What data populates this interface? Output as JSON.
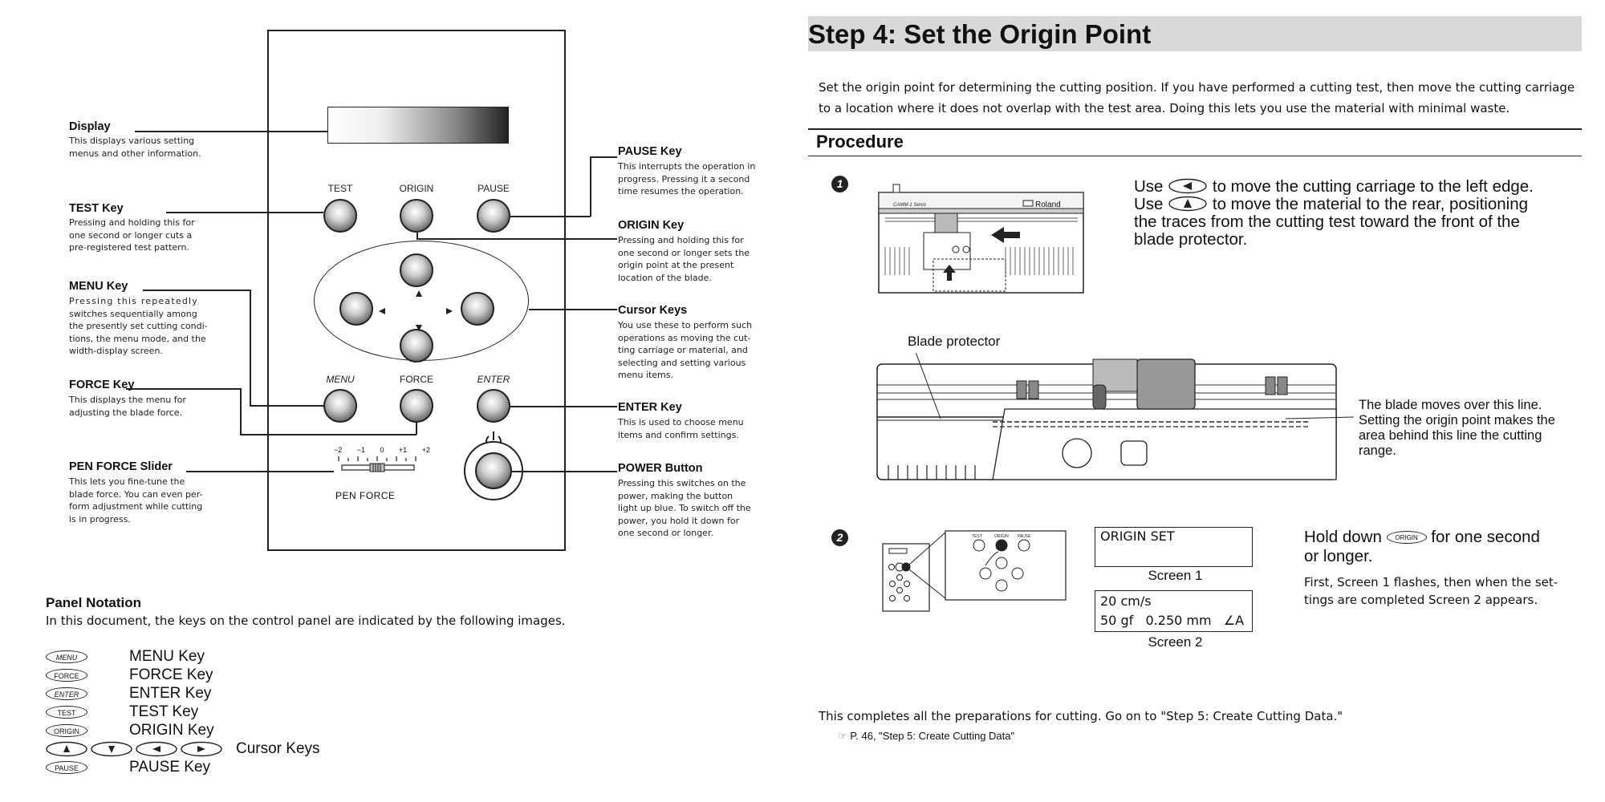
{
  "panel": {
    "top_keys": [
      "TEST",
      "ORIGIN",
      "PAUSE"
    ],
    "bottom_keys": [
      "MENU",
      "FORCE",
      "ENTER"
    ],
    "slider_scale": [
      "−2",
      "−1",
      "0",
      "+1",
      "+2"
    ],
    "slider_label": "PEN FORCE"
  },
  "annotations": {
    "display": {
      "title": "Display",
      "lines": [
        "This displays various setting",
        "menus and other information."
      ]
    },
    "test": {
      "title": "TEST Key",
      "lines": [
        "Pressing and holding this for",
        "one second or longer cuts a",
        "pre-registered test pattern."
      ]
    },
    "menu": {
      "title": "MENU Key",
      "lines": [
        "Pressing this repeatedly",
        "switches sequentially among",
        "the presently set cutting condi-",
        "tions, the menu mode, and the",
        "width-display screen."
      ]
    },
    "force": {
      "title": "FORCE Key",
      "lines": [
        "This displays the menu for",
        "adjusting the blade force."
      ]
    },
    "pen": {
      "title": "PEN FORCE Slider",
      "lines": [
        "This lets you fine-tune the",
        "blade force. You can even per-",
        "form adjustment while cutting",
        "is in progress."
      ]
    },
    "pause": {
      "title": "PAUSE Key",
      "lines": [
        "This interrupts the operation in",
        "progress. Pressing it a second",
        "time resumes the operation."
      ]
    },
    "origin": {
      "title": "ORIGIN Key",
      "lines": [
        "Pressing and holding this for",
        "one second or longer sets the",
        "origin point at the present",
        "location of the blade."
      ]
    },
    "cursor": {
      "title": "Cursor Keys",
      "lines": [
        "You use these to perform such",
        "operations as moving the cut-",
        "ting carriage or material, and",
        "selecting and setting various",
        "menu items."
      ]
    },
    "enter": {
      "title": "ENTER Key",
      "lines": [
        "This is used to choose menu",
        "items and confirm settings."
      ]
    },
    "power": {
      "title": "POWER Button",
      "lines": [
        "Pressing this switches on the",
        "power, making the button",
        "light up blue. To switch off the",
        "power, you hold it down for",
        "one second or longer."
      ]
    }
  },
  "notation": {
    "title": "Panel Notation",
    "intro": "In this document, the keys on the control panel are indicated by the following images.",
    "rows": [
      {
        "icon": "MENU",
        "label": "MENU Key"
      },
      {
        "icon": "FORCE",
        "label": "FORCE Key"
      },
      {
        "icon": "ENTER",
        "label": "ENTER Key"
      },
      {
        "icon": "TEST",
        "label": "TEST Key"
      },
      {
        "icon": "ORIGIN",
        "label": "ORIGIN Key"
      },
      {
        "icon": "cursor-arrows",
        "label": "Cursor Keys"
      },
      {
        "icon": "PAUSE",
        "label": "PAUSE Key"
      }
    ]
  },
  "step": {
    "title": "Step 4: Set the Origin Point",
    "intro_1": "Set the origin point for determining the cutting position. If you have performed a cutting test, then move the cutting carriage",
    "intro_2": "to a location where it does not overlap with the test area. Doing this lets you use the material with minimal waste.",
    "procedure": "Procedure",
    "s1": {
      "num": "1",
      "line1_a": "Use",
      "line1_b": "to move the cutting carriage to the left edge.",
      "line2_a": "Use",
      "line2_b": "to move the material to the rear, positioning",
      "line3": "the traces from the cutting test toward the front of the",
      "line4": "blade protector.",
      "brand": "Roland",
      "blade_protector": "Blade protector",
      "blade_note": [
        "The blade moves over this line.",
        "Setting the origin point makes the",
        "area behind this line the cutting",
        "range."
      ]
    },
    "s2": {
      "num": "2",
      "screen1_text": "ORIGIN SET",
      "screen1_caption": "Screen 1",
      "screen2_line1": "20 cm/s",
      "screen2_line2": "50 gf   0.250 mm   ∠A",
      "screen2_caption": "Screen 2",
      "hold_a": "Hold down",
      "hold_key": "ORIGIN",
      "hold_b": "for one second",
      "hold_c": "or longer.",
      "detail_1": "First, Screen 1 flashes, then when the set-",
      "detail_2": "tings are completed Screen 2 appears."
    },
    "conclusion": "This completes all the preparations for cutting. Go on to \"Step 5: Create Cutting Data.\"",
    "ref": "P. 46, \"Step 5: Create Cutting Data\"",
    "ref_icon": "pointing-hand-icon"
  }
}
